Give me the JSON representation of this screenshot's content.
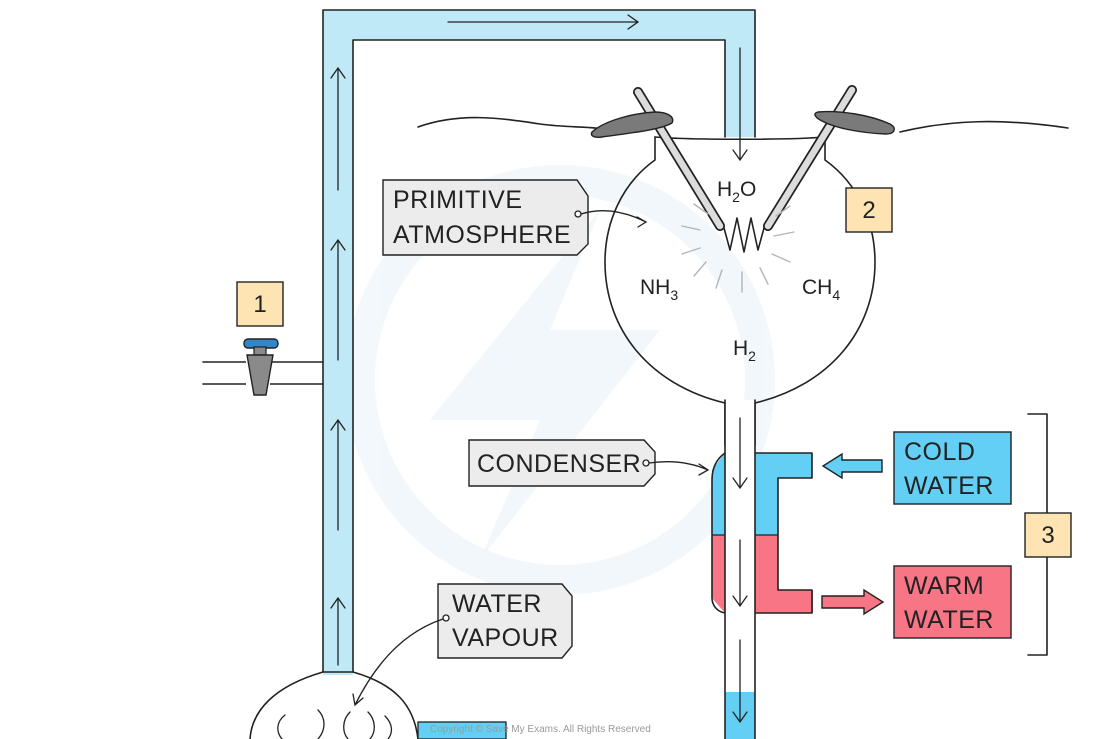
{
  "labels": {
    "primitive_atmosphere_line1": "PRIMITIVE",
    "primitive_atmosphere_line2": "ATMOSPHERE",
    "condenser": "CONDENSER",
    "water_vapour_line1": "WATER",
    "water_vapour_line2": "VAPOUR",
    "cold_water_line1": "COLD",
    "cold_water_line2": "WATER",
    "warm_water_line1": "WARM",
    "warm_water_line2": "WATER"
  },
  "markers": {
    "one": "1",
    "two": "2",
    "three": "3"
  },
  "chemicals": {
    "water": {
      "symbol": "H",
      "sub": "2",
      "rest": "O"
    },
    "ammonia": {
      "symbol": "NH",
      "sub": "3"
    },
    "methane": {
      "symbol": "CH",
      "sub": "4"
    },
    "hydrogen": {
      "symbol": "H",
      "sub": "2"
    }
  },
  "copyright": "Copyright © Save My Exams. All Rights Reserved",
  "colors": {
    "tube": "#bfe9f6",
    "cold": "#63cff5",
    "warm": "#f77585",
    "marker": "#fde4b2",
    "label_box": "#ececec",
    "valve": "#8a8a8a",
    "valve_handle": "#2f86c8"
  }
}
